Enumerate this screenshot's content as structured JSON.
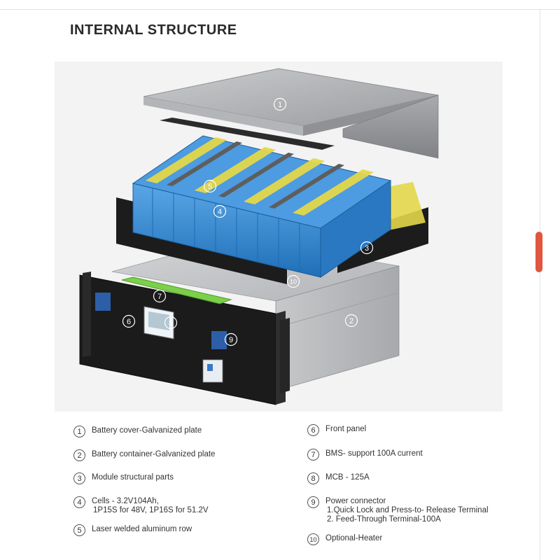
{
  "page": {
    "title": "INTERNAL STRUCTURE"
  },
  "diagram": {
    "callouts": [
      "1",
      "2",
      "3",
      "4",
      "5",
      "6",
      "7",
      "8",
      "9",
      "10"
    ]
  },
  "legend": {
    "items": [
      {
        "number": "1",
        "lines": [
          "Battery cover-Galvanized plate"
        ]
      },
      {
        "number": "2",
        "lines": [
          "Battery container-Galvanized plate"
        ]
      },
      {
        "number": "3",
        "lines": [
          "Module structural parts"
        ]
      },
      {
        "number": "4",
        "lines": [
          "Cells - 3.2V104Ah,",
          "1P15S for 48V, 1P16S for 51.2V"
        ]
      },
      {
        "number": "5",
        "lines": [
          "Laser welded aluminum row"
        ]
      },
      {
        "number": "6",
        "lines": [
          "Front panel"
        ]
      },
      {
        "number": "7",
        "lines": [
          "BMS- support 100A current"
        ]
      },
      {
        "number": "8",
        "lines": [
          "MCB - 125A"
        ]
      },
      {
        "number": "9",
        "lines": [
          "Power connector",
          "1.Quick Lock and Press-to- Release Terminal",
          "2. Feed-Through Terminal-100A"
        ]
      },
      {
        "number": "10",
        "lines": [
          "Optional-Heater"
        ]
      }
    ]
  },
  "colors": {
    "cell_blue": "#2f86d2",
    "insulation_yellow": "#e3d74a",
    "bms_green": "#7ccf4a",
    "steel": "#b9bbbe",
    "panel_black": "#1b1b1b",
    "scrollbar_accent": "#e0563f"
  }
}
